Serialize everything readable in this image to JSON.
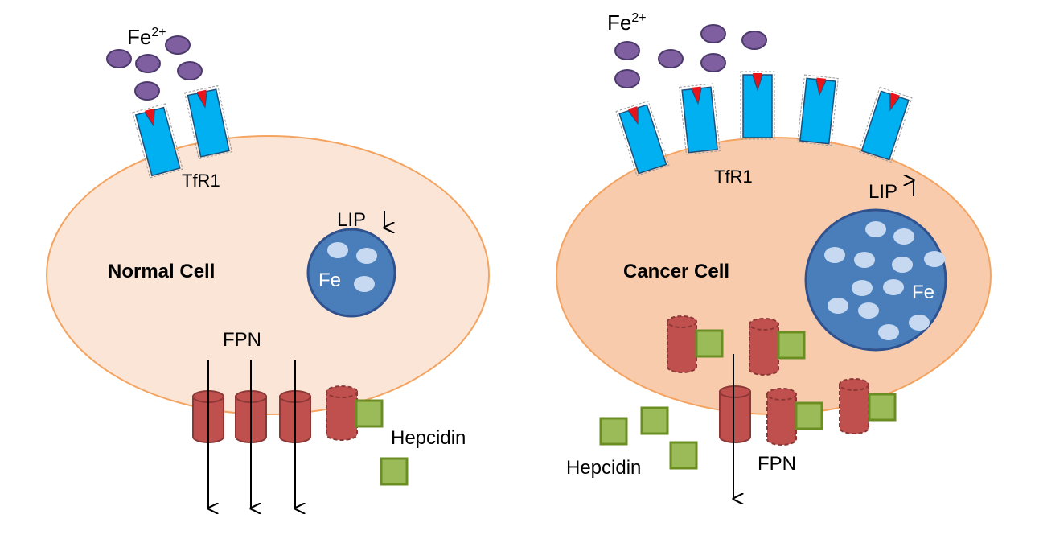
{
  "normal": {
    "ion_label": "Fe",
    "ion_charge": "2+",
    "receptor_label": "TfR1",
    "pool_label": "LIP",
    "pool_trend": "down",
    "storage_label": "Fe",
    "cell_label": "Normal Cell",
    "exporter_label": "FPN",
    "hormone_label": "Hepcidin"
  },
  "cancer": {
    "ion_label": "Fe",
    "ion_charge": "2+",
    "receptor_label": "TfR1",
    "pool_label": "LIP",
    "pool_trend": "up",
    "storage_label": "Fe",
    "cell_label": "Cancer Cell",
    "exporter_label": "FPN",
    "hormone_label": "Hepcidin"
  },
  "colors": {
    "normal_cell_fill": "#fbe5d6",
    "cancer_cell_fill": "#f8cbad",
    "cell_border": "#f4a460",
    "iron_ion": "#7f5fa0",
    "receptor": "#00b0f0",
    "receptor_tip": "#e8141a",
    "storage": "#4a7ebb",
    "storage_dots": "#c6d9f1",
    "ferroportin": "#c0504d",
    "hepcidin": "#9bbb59"
  }
}
